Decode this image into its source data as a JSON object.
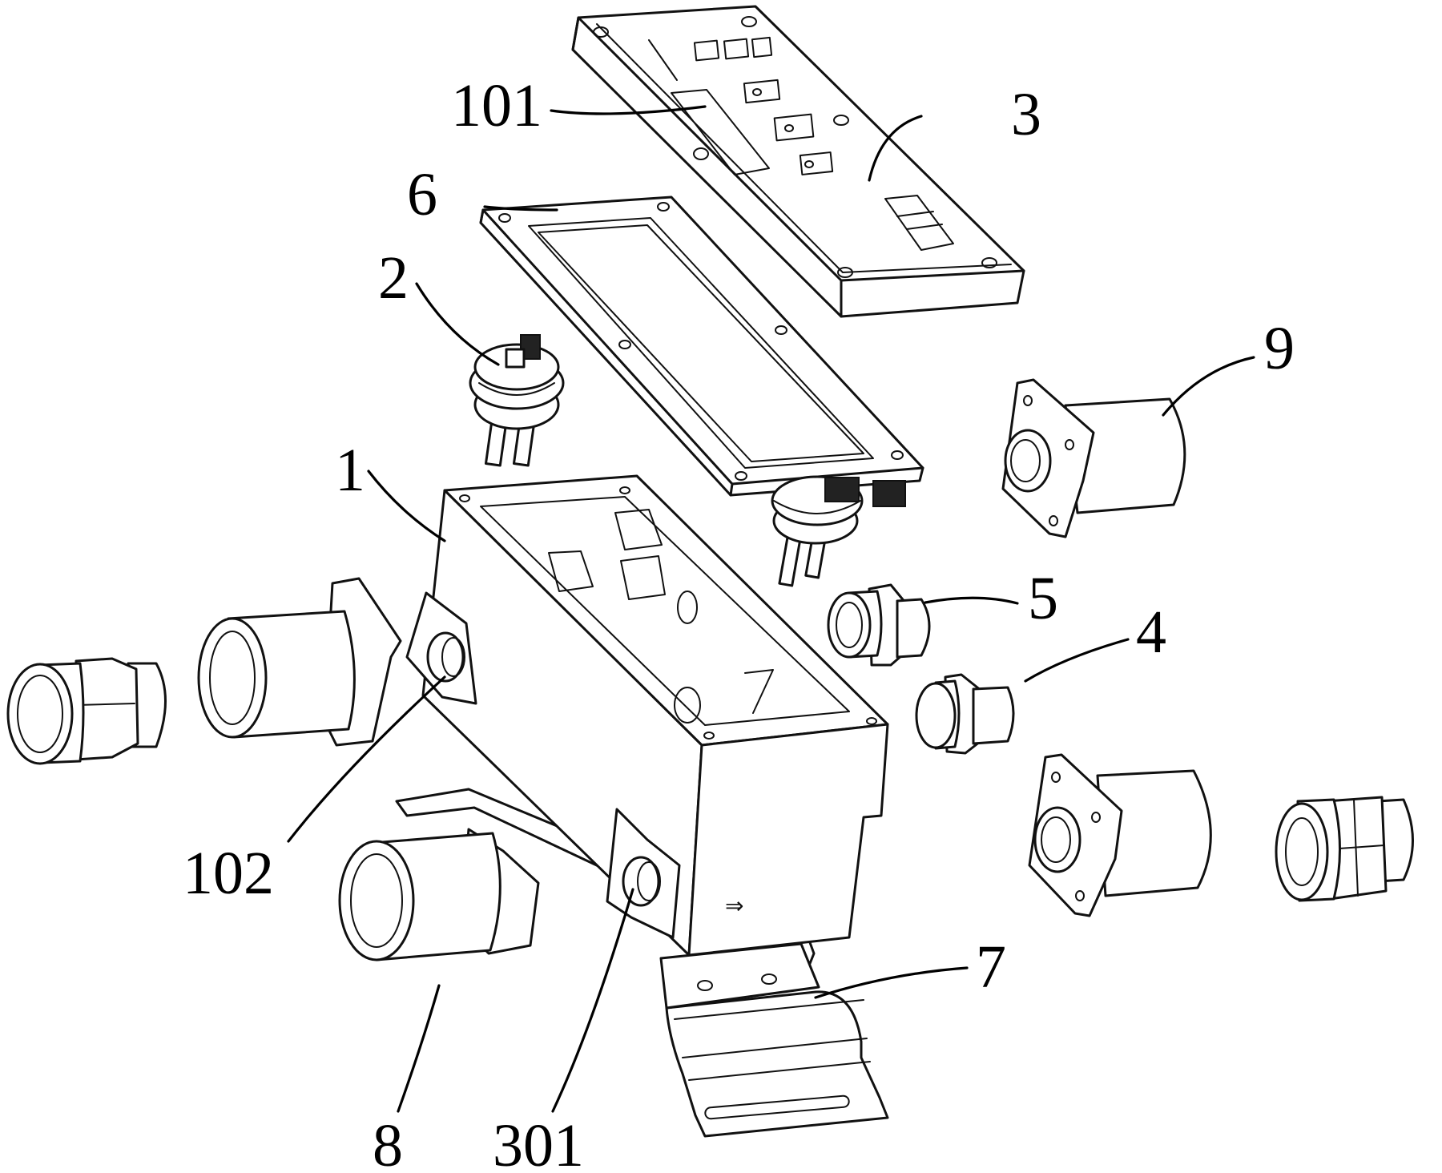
{
  "figure": {
    "type": "exploded-view patent drawing",
    "background_color": "#ffffff",
    "line_color": "#111111"
  },
  "labels": [
    {
      "id": "1",
      "text": "1",
      "part": "housing body"
    },
    {
      "id": "101",
      "text": "101",
      "part": "first cable port"
    },
    {
      "id": "102",
      "text": "102",
      "part": "second cable port"
    },
    {
      "id": "2",
      "text": "2",
      "part": "rotary connector (left)"
    },
    {
      "id": "3",
      "text": "3",
      "part": "top cover"
    },
    {
      "id": "301",
      "text": "301",
      "part": "display window"
    },
    {
      "id": "4",
      "text": "4",
      "part": "plug"
    },
    {
      "id": "5",
      "text": "5",
      "part": "cable gland"
    },
    {
      "id": "6",
      "text": "6",
      "part": "sealing gasket"
    },
    {
      "id": "7",
      "text": "7",
      "part": "mounting bracket"
    },
    {
      "id": "8",
      "text": "8",
      "part": "cylindrical connector (front)"
    },
    {
      "id": "9",
      "text": "9",
      "part": "cylindrical connector (right)"
    }
  ],
  "body_marking": "⇒"
}
